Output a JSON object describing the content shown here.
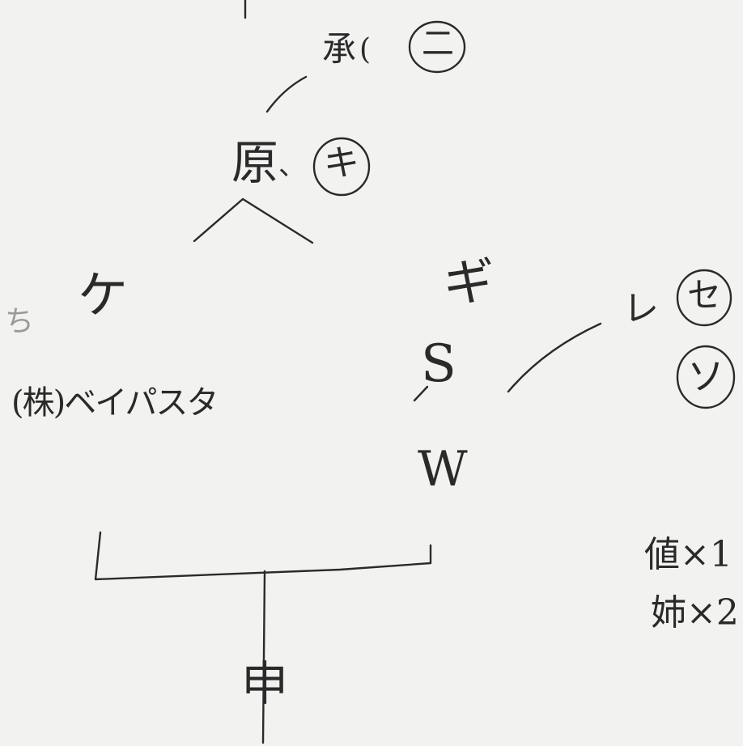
{
  "diagram": {
    "top_kanji": "承",
    "top_kanji_trail": "(",
    "top_circled": "二",
    "parent_kanji": "原",
    "parent_trail": "、",
    "parent_circled": "キ",
    "left_child": "ケ",
    "left_margin_mark": "ち",
    "company_label": "(株)ベイパスタ",
    "middle_kana": "ギ",
    "middle_s": "S",
    "middle_w": "W",
    "right_kana": "レ",
    "right_circled_1": "セ",
    "right_circled_2": "ソ",
    "bottom_kanji": "申",
    "tally_1": "値×1",
    "tally_2": "姉×2"
  }
}
